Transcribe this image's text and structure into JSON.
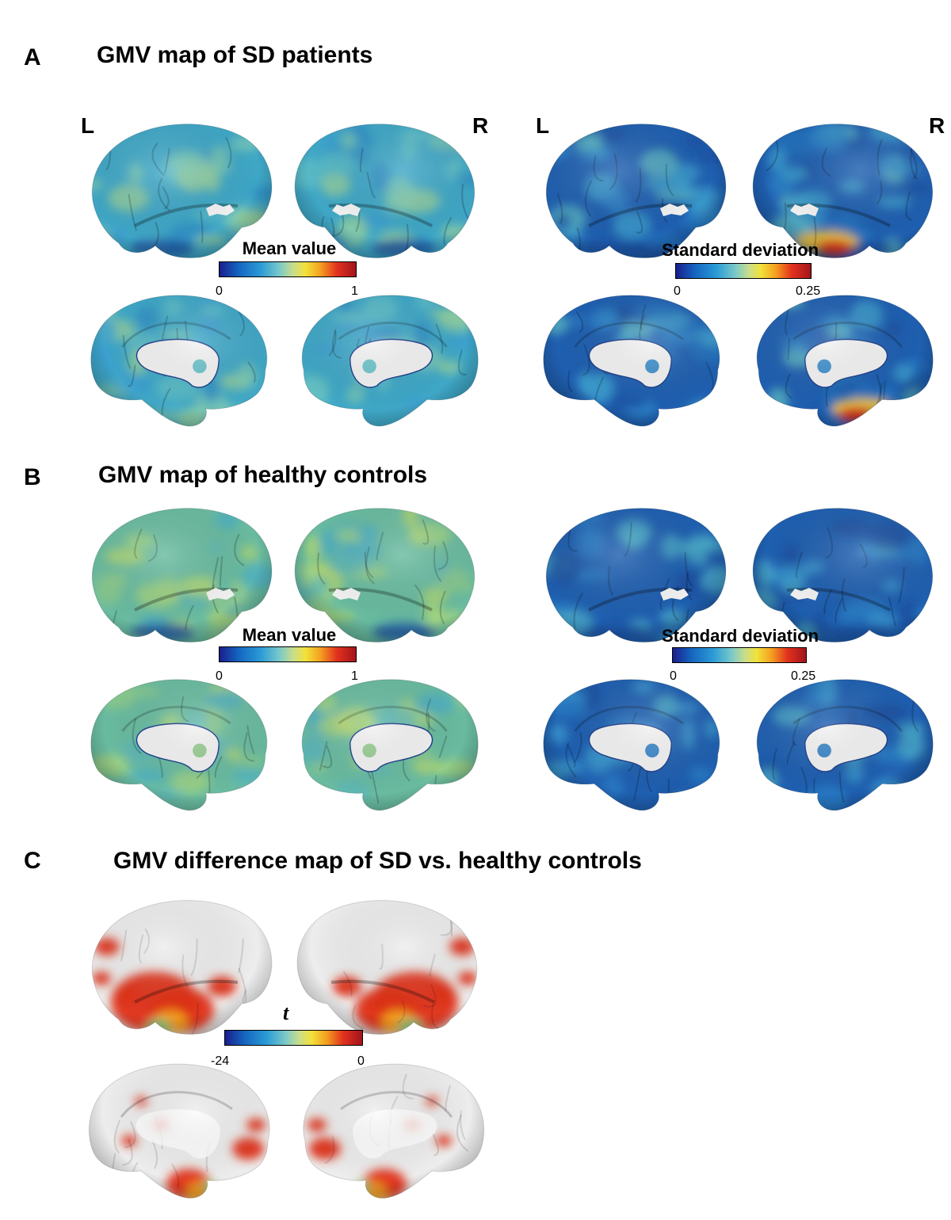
{
  "panels": {
    "a": {
      "letter": "A",
      "title": "GMV map of SD patients",
      "hemi_left": "L",
      "hemi_right": "R",
      "hemi_left_2": "L",
      "hemi_right_2": "R",
      "mean_colorbar": {
        "label": "Mean value",
        "min": "0",
        "max": "1"
      },
      "sd_colorbar": {
        "label": "Standard deviation",
        "min": "0",
        "max": "0.25"
      }
    },
    "b": {
      "letter": "B",
      "title": "GMV map of healthy controls",
      "mean_colorbar": {
        "label": "Mean value",
        "min": "0",
        "max": "1"
      },
      "sd_colorbar": {
        "label": "Standard deviation",
        "min": "0",
        "max": "0.25"
      }
    },
    "c": {
      "letter": "C",
      "title": "GMV difference map of SD vs. healthy controls",
      "colorbar": {
        "label": "t",
        "min": "-24",
        "max": "0"
      }
    }
  },
  "colors": {
    "mean_sd_map_base": "#3fa7c6",
    "mean_hc_map_base": "#69bba0",
    "sd_map_base": "#1f5fb0",
    "diff_map_surface": "#ededed",
    "diff_map_effect": "#e03018",
    "masked_region": "#f2f2f2"
  }
}
